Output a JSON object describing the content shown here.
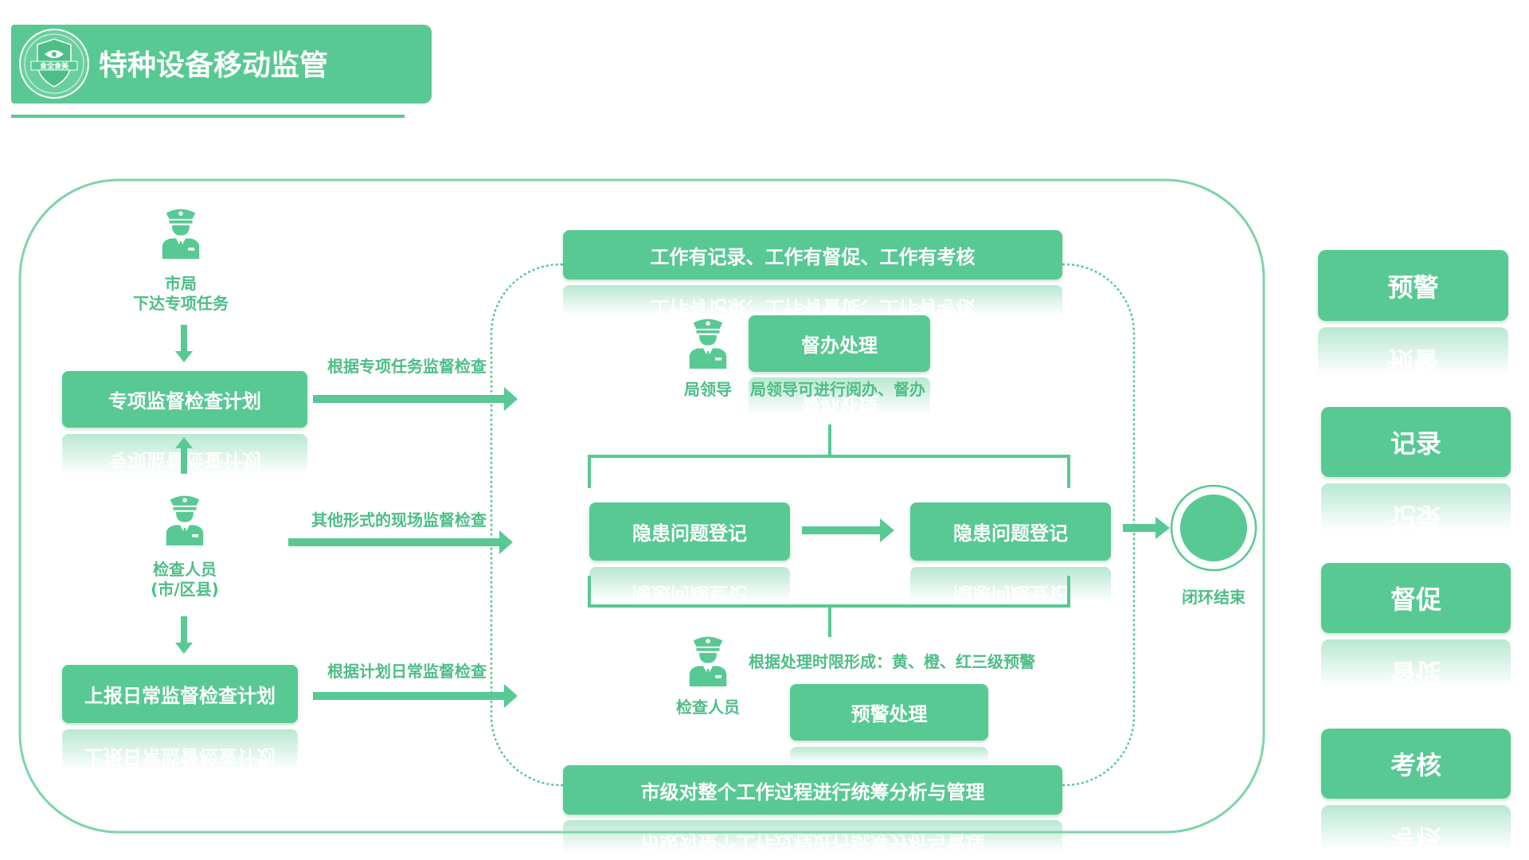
{
  "header": {
    "title": "特种设备移动监管",
    "logo_text": "食全食美"
  },
  "left": {
    "city_bureau": {
      "line1": "市局",
      "line2": "下达专项任务"
    },
    "special_plan_box": "专项监督检查计划",
    "inspector": {
      "line1": "检查人员",
      "line2": "(市/区县)"
    },
    "daily_plan_box": "上报日常监督检查计划"
  },
  "arrows": {
    "special_label": "根据专项任务监督检查",
    "other_label": "其他形式的现场监督检查",
    "daily_label": "根据计划日常监督检查"
  },
  "center": {
    "top_banner": "工作有记录、工作有督促、工作有考核",
    "leader_label": "局领导",
    "supervise_box": "督办处理",
    "leader_note": "局领导可进行阅办、督办",
    "hazard_box_left": "隐患问题登记",
    "hazard_box_right": "隐患问题登记",
    "inspector_label": "检查人员",
    "warning_note": "根据处理时限形成：黄、橙、红三级预警",
    "warning_box": "预警处理",
    "bottom_banner": "市级对整个工作过程进行统筹分析与管理"
  },
  "end": {
    "label": "闭环结束"
  },
  "sidebar": {
    "items": [
      {
        "label": "预警"
      },
      {
        "label": "记录"
      },
      {
        "label": "督促"
      },
      {
        "label": "考核"
      }
    ]
  },
  "icons": {
    "person": "police-officer-icon",
    "end_node": "closed-loop-end-circle"
  },
  "colors": {
    "primary": "#58C993",
    "label": "#4DBE86",
    "frame": "#7ED4A9"
  }
}
